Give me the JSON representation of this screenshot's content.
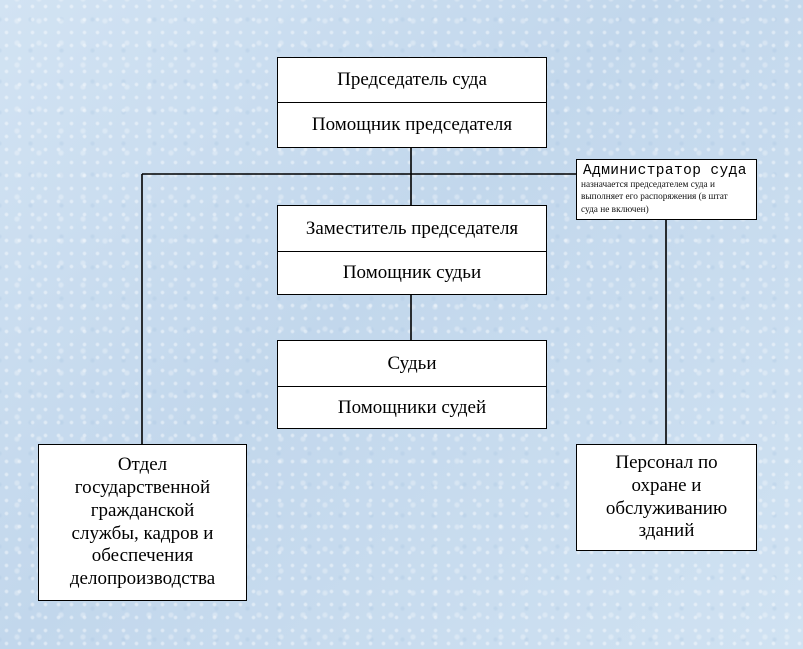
{
  "boxes": {
    "chairman": {
      "title": "Председатель суда",
      "assistant": "Помощник председателя"
    },
    "deputy": {
      "title": "Заместитель председателя",
      "assistant": "Помощник судьи"
    },
    "judges": {
      "title": "Судьи",
      "assistant": "Помощники судей"
    },
    "administrator": {
      "title": "Администратор суда",
      "note_lines": [
        "назначается председателем суда и",
        "выполняет его распоряжения (в штат",
        "суда не включен)"
      ]
    },
    "department": {
      "lines": [
        "Отдел",
        "государственной",
        "гражданской",
        "службы, кадров и",
        "обеспечения",
        "делопроизводства"
      ]
    },
    "personnel": {
      "lines": [
        "Персонал по",
        "охране и",
        "обслуживанию",
        "зданий"
      ]
    }
  },
  "colors": {
    "background": "#c9ddef",
    "box_fill": "#ffffff",
    "line": "#000000"
  }
}
